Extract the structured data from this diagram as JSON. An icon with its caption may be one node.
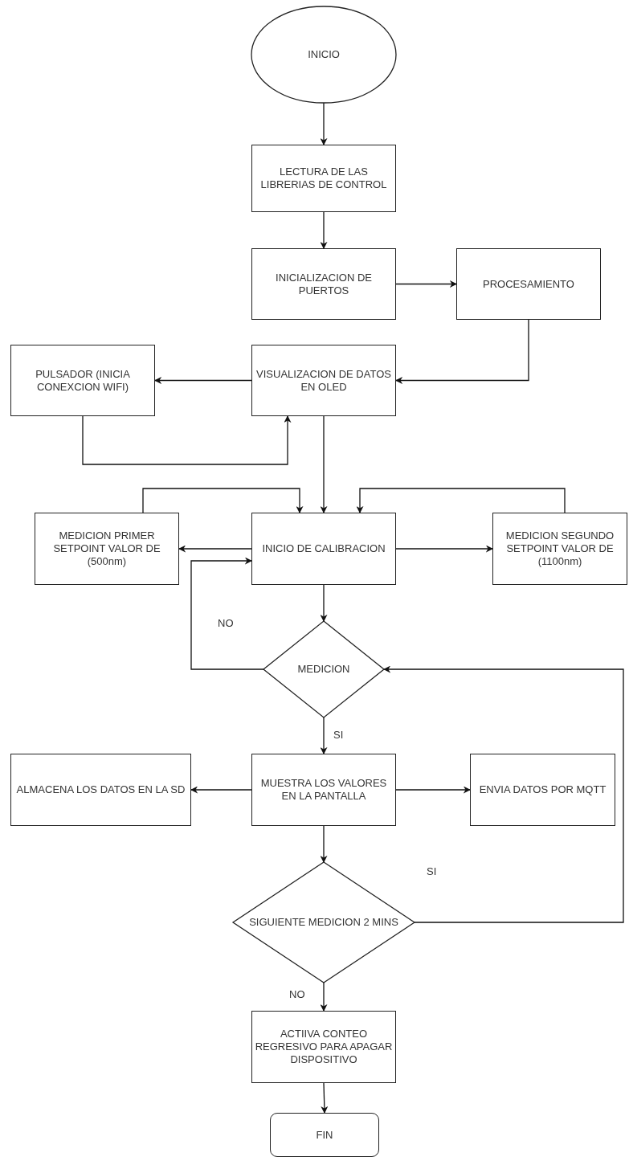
{
  "diagram": {
    "nodes": [
      {
        "text": [
          "INICIO"
        ]
      },
      {
        "text": [
          "LECTURA DE LAS LIBRERIAS DE CONTROL"
        ]
      },
      {
        "text": [
          "INICIALIZACION DE PUERTOS"
        ]
      },
      {
        "text": [
          "PROCESAMIENTO"
        ]
      },
      {
        "text": [
          "VISUALIZACION DE DATOS EN OLED"
        ]
      },
      {
        "text": [
          "PULSADOR (INICIA CONEXCION WIFI)"
        ]
      },
      {
        "text": [
          "MEDICION PRIMER SETPOINT VALOR DE (500nm)"
        ]
      },
      {
        "text": [
          "INICIO DE CALIBRACION"
        ]
      },
      {
        "text": [
          "MEDICION SEGUNDO SETPOINT VALOR DE (1100nm)"
        ]
      },
      {
        "text": [
          "MEDICION"
        ]
      },
      {
        "text": [
          "ALMACENA LOS DATOS EN LA SD"
        ]
      },
      {
        "text": [
          "MUESTRA LOS VALORES EN LA PANTALLA"
        ]
      },
      {
        "text": [
          "ENVIA DATOS POR MQTT"
        ]
      },
      {
        "text": [
          "SIGUIENTE MEDICION 2 MINS"
        ]
      },
      {
        "text": [
          "ACTIIVA CONTEO REGRESIVO PARA APAGAR DISPOSITIVO"
        ]
      },
      {
        "text": [
          "FIN"
        ]
      }
    ],
    "edges": [
      {
        "from": 0,
        "to": 1,
        "arrow": "to"
      },
      {
        "from": 1,
        "to": 2,
        "arrow": "to"
      },
      {
        "from": 2,
        "to": 3,
        "arrow": "to"
      },
      {
        "from": 3,
        "to": 4,
        "arrow": "to"
      },
      {
        "from": 4,
        "to": 5,
        "arrow": "to"
      },
      {
        "from": 5,
        "to": 4,
        "arrow": "to"
      },
      {
        "from": 4,
        "to": 7,
        "arrow": "to"
      },
      {
        "from": 6,
        "to": 7,
        "arrow": "to"
      },
      {
        "from": 8,
        "to": 7,
        "arrow": "to"
      },
      {
        "from": 7,
        "to": 6,
        "arrow": "to"
      },
      {
        "from": 7,
        "to": 8,
        "arrow": "to"
      },
      {
        "from": 7,
        "to": 9,
        "arrow": "to"
      },
      {
        "from": 9,
        "to": 7,
        "label": "NO",
        "arrow": "to"
      },
      {
        "from": 9,
        "to": 11,
        "label": "SI",
        "arrow": "to"
      },
      {
        "from": 11,
        "to": 10,
        "arrow": "to"
      },
      {
        "from": 11,
        "to": 12,
        "arrow": "to"
      },
      {
        "from": 11,
        "to": 13,
        "arrow": "to"
      },
      {
        "from": 13,
        "to": 9,
        "label": "SI",
        "arrow": "to"
      },
      {
        "from": 13,
        "to": 14,
        "label": "NO",
        "arrow": "to"
      },
      {
        "from": 14,
        "to": 15,
        "arrow": "to"
      }
    ]
  }
}
